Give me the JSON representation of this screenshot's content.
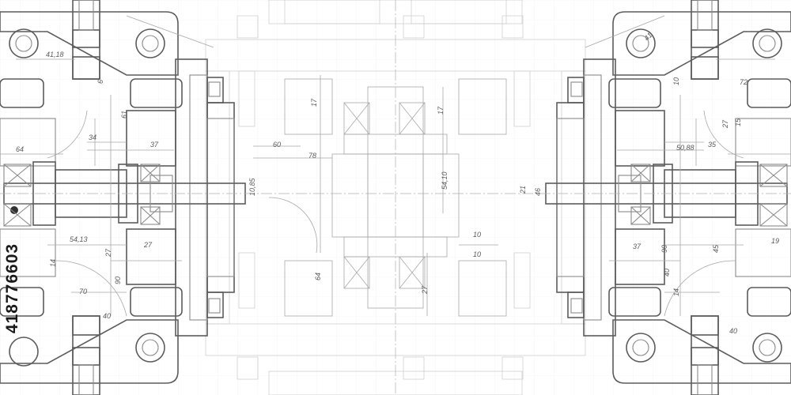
{
  "stock_id": "418776603",
  "dimension_labels": [
    "41,18",
    "64",
    "34",
    "37",
    "6",
    "61",
    "54,13",
    "27",
    "27",
    "70",
    "14",
    "40",
    "90",
    "78",
    "17",
    "60",
    "54,10",
    "17",
    "10",
    "64",
    "10",
    "27",
    "21",
    "46",
    "10,85",
    "50,88",
    "35",
    "72",
    "27",
    "10",
    "15",
    "19",
    "37",
    "45",
    "40",
    "90",
    "14",
    "40",
    "41"
  ],
  "colors": {
    "background": "#ffffff",
    "line_light": "#a8a8a8",
    "line_dark": "#5c5c5c",
    "hatch": "#b8b8b8",
    "text": "#5a5a5a"
  }
}
